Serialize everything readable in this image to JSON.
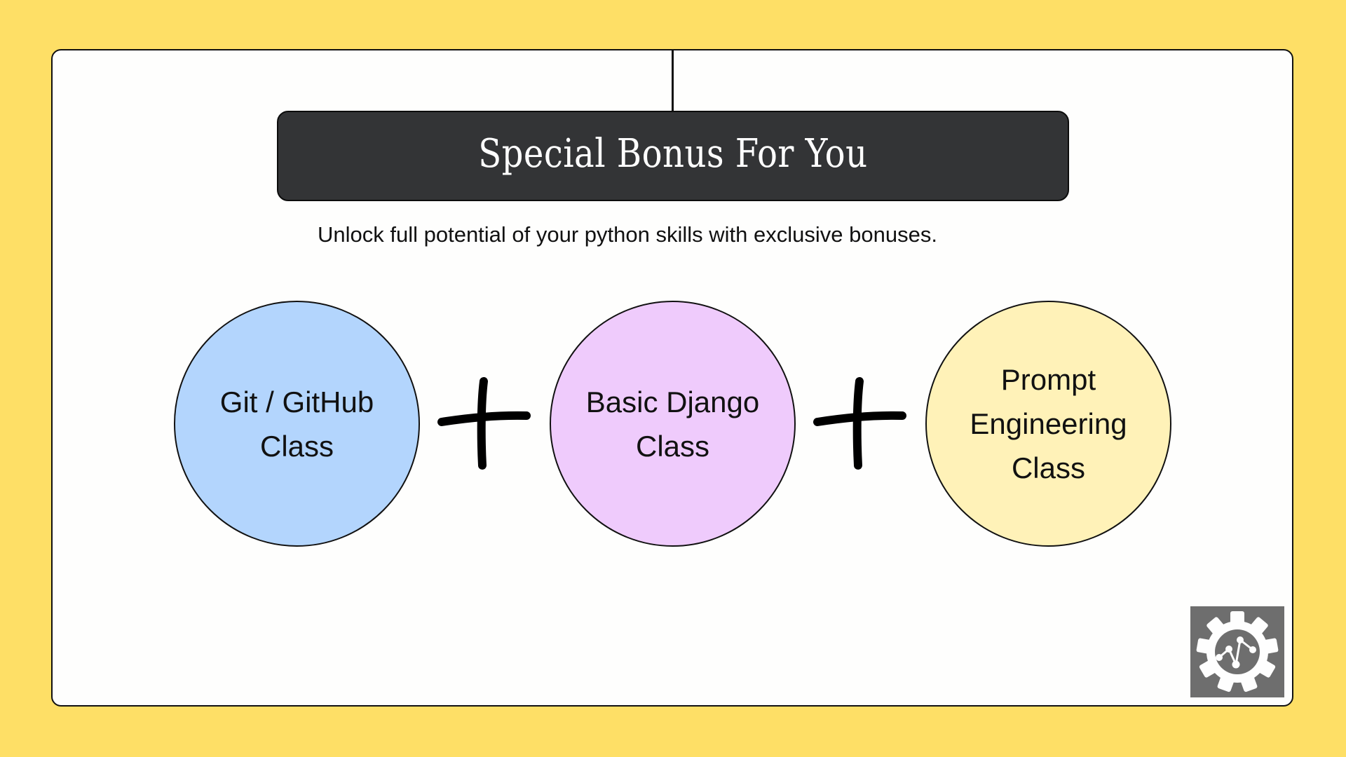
{
  "slide": {
    "title": "Special Bonus For You",
    "subtitle": "Unlock full potential of your python skills with exclusive bonuses.",
    "colors": {
      "background": "#fedf66",
      "card": "#fefefd",
      "title_box": "#333436",
      "title_text": "#ffffff",
      "logo_box": "#6e6e6e"
    },
    "bonuses": [
      {
        "label": "Git / GitHub\nClass",
        "color": "#b3d5fd"
      },
      {
        "label": "Basic Django\nClass",
        "color": "#efcbfc"
      },
      {
        "label": "Prompt\nEngineering\nClass",
        "color": "#fff2b8"
      }
    ],
    "separators": [
      {
        "icon": "plus-icon"
      },
      {
        "icon": "plus-icon"
      }
    ],
    "logo": {
      "icon": "gear-chart-logo-icon"
    }
  }
}
